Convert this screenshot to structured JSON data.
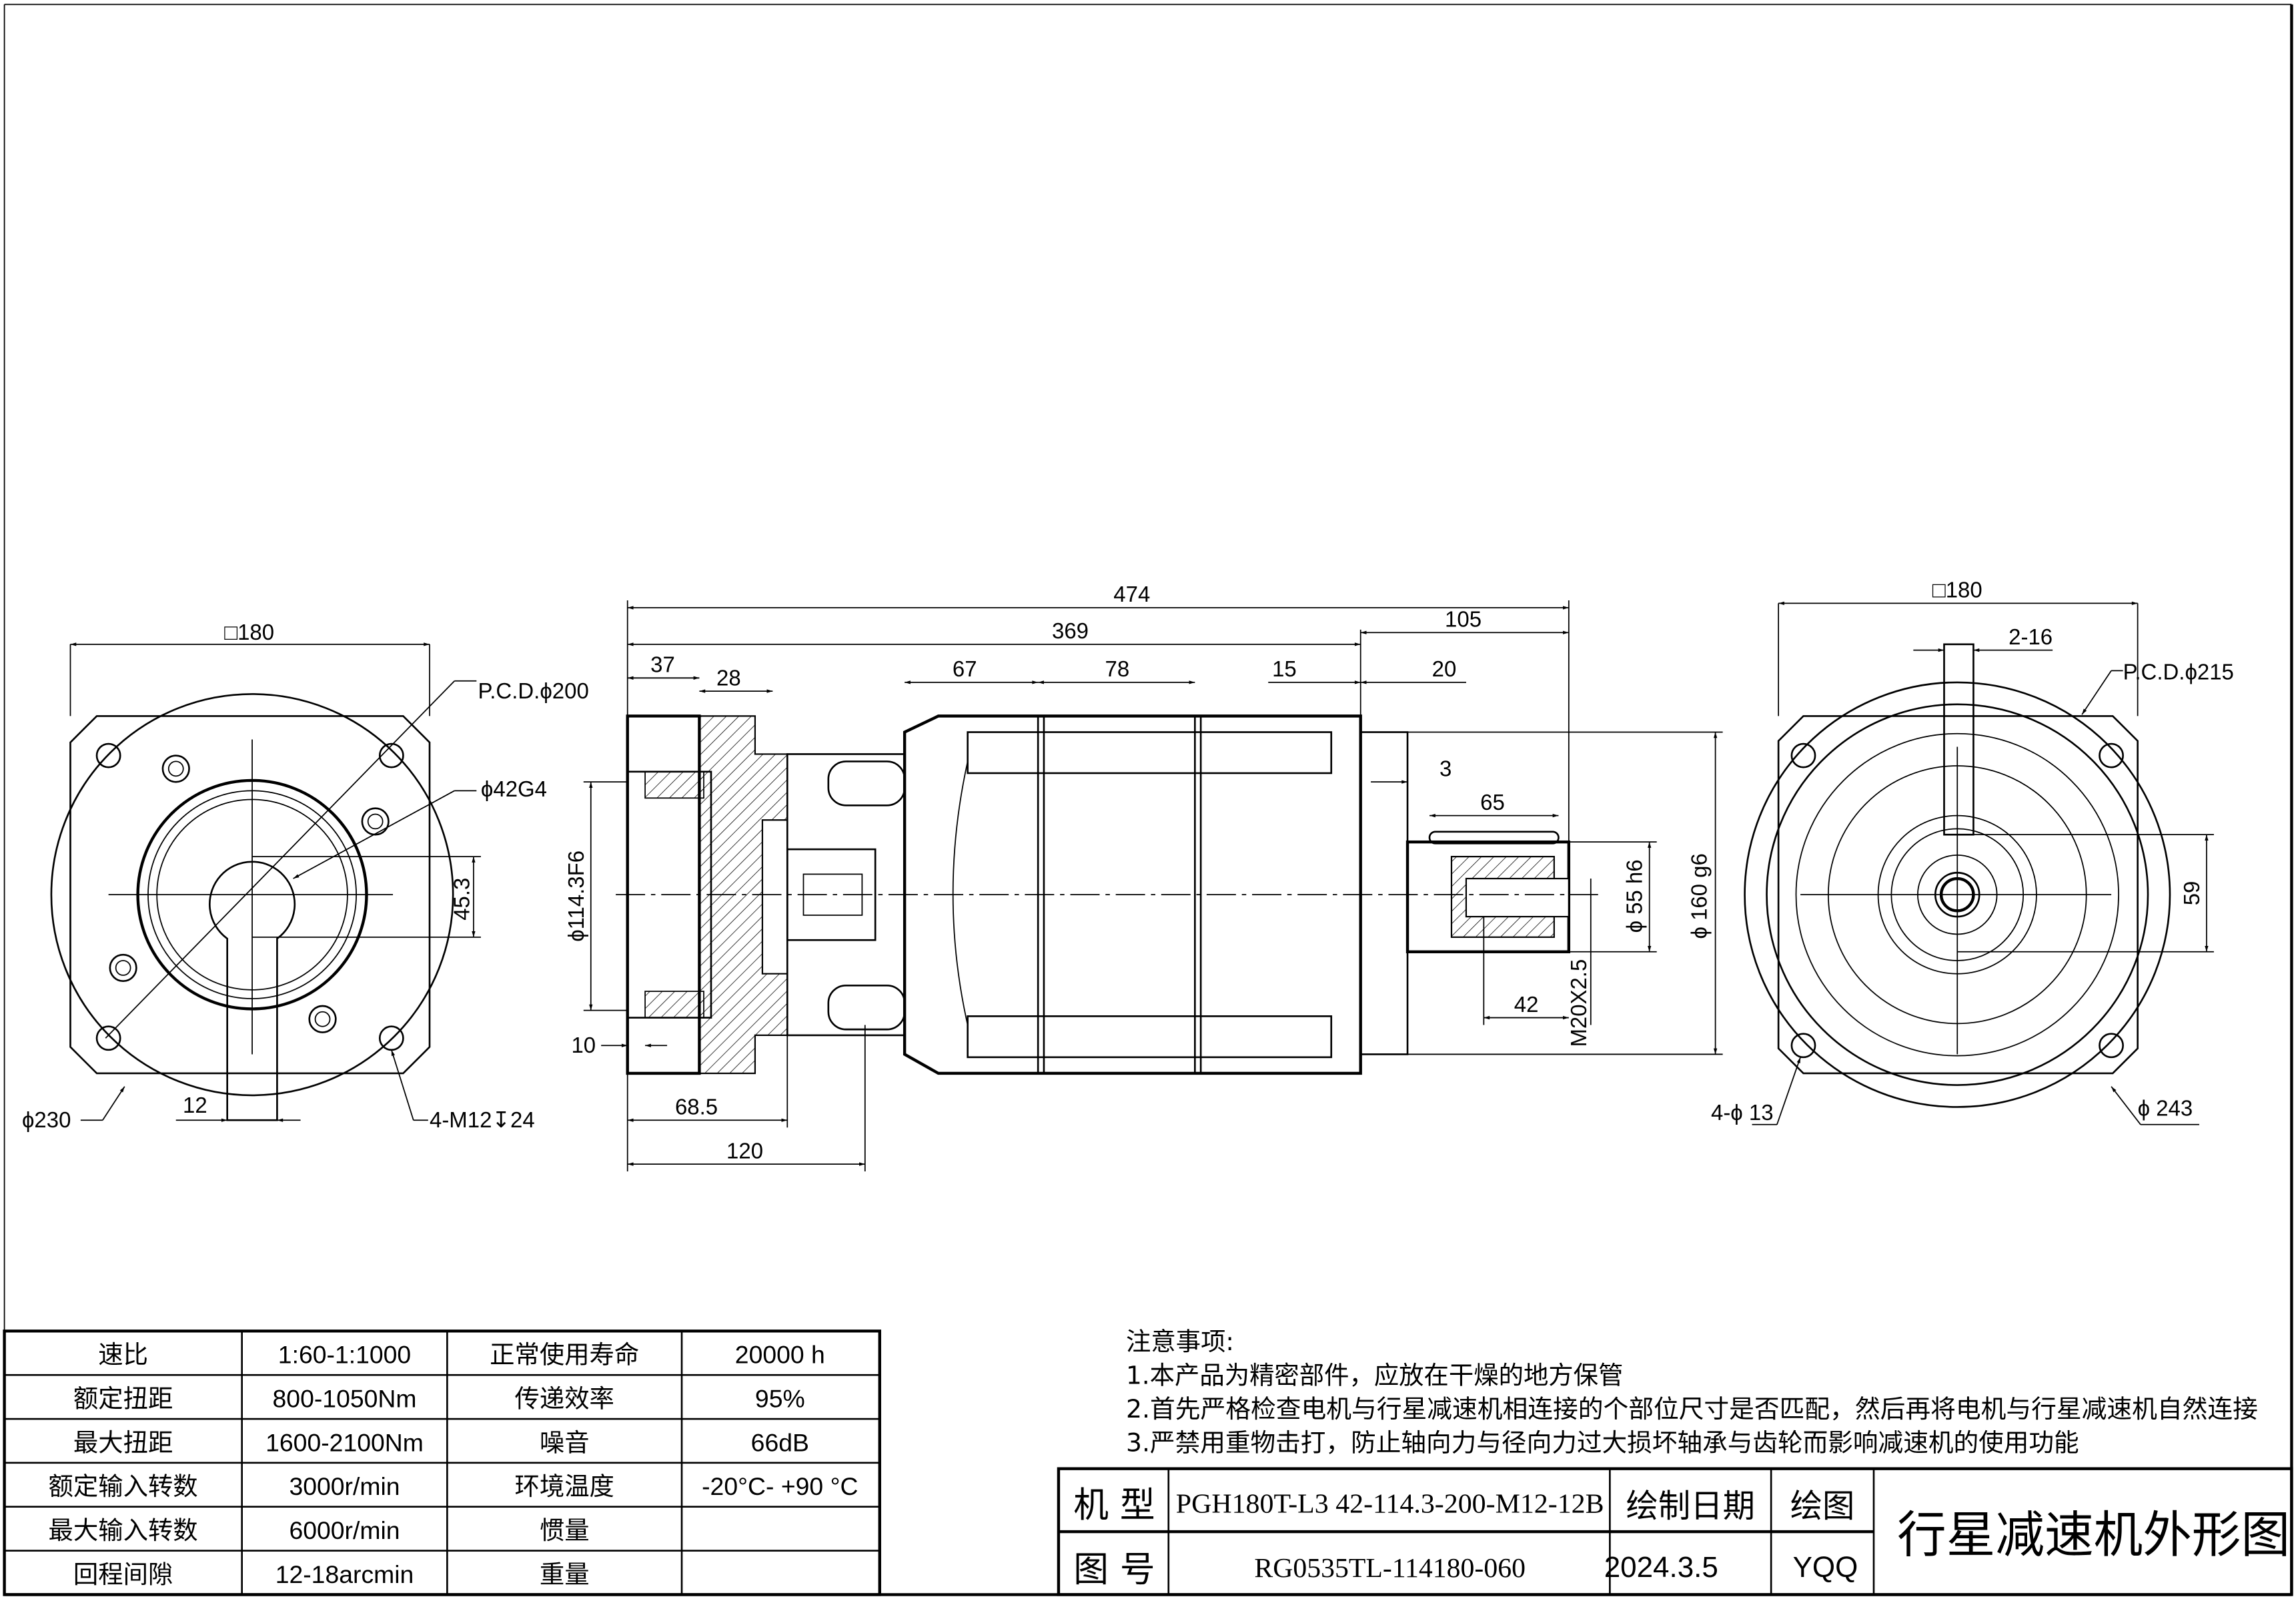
{
  "left_view": {
    "square": "□180",
    "pcd": "P.C.D.ϕ200",
    "bore": "ϕ42G4",
    "key_height": "45.3",
    "outer_dia": "ϕ230",
    "key_width": "12",
    "tapped_holes": "4-M12↧24"
  },
  "side_view": {
    "total_length": "474",
    "body_length": "369",
    "shaft_section": "105",
    "d37": "37",
    "d28": "28",
    "d67": "67",
    "d78": "78",
    "d15": "15",
    "d20": "20",
    "d3": "3",
    "key_length": "65",
    "shaft_dia": "ϕ 55 h6",
    "pilot_dia": "ϕ 160 g6",
    "thread_depth": "42",
    "center_thread": "M20X2.5",
    "input_pilot": "ϕ114.3F6",
    "d10": "10",
    "d68_5": "68.5",
    "d120": "120"
  },
  "right_view": {
    "square": "□180",
    "key": "2-16",
    "pcd": "P.C.D.ϕ215",
    "key_height": "59",
    "holes": "4-ϕ 13",
    "outer_dia": "ϕ 243"
  },
  "spec_table": {
    "rows": [
      {
        "k1": "速比",
        "v1": "1:60-1:1000",
        "k2": "正常使用寿命",
        "v2": "20000 h"
      },
      {
        "k1": "额定扭距",
        "v1": "800-1050Nm",
        "k2": "传递效率",
        "v2": "95%"
      },
      {
        "k1": "最大扭距",
        "v1": "1600-2100Nm",
        "k2": "噪音",
        "v2": "66dB"
      },
      {
        "k1": "额定输入转数",
        "v1": "3000r/min",
        "k2": "环境温度",
        "v2": "-20°C- +90 °C"
      },
      {
        "k1": "最大输入转数",
        "v1": "6000r/min",
        "k2": "惯量",
        "v2": ""
      },
      {
        "k1": "回程间隙",
        "v1": "12-18arcmin",
        "k2": "重量",
        "v2": ""
      }
    ]
  },
  "notes": {
    "title": "注意事项:",
    "items": [
      "1.本产品为精密部件，应放在干燥的地方保管",
      "2.首先严格检查电机与行星减速机相连接的个部位尺寸是否匹配，然后再将电机与行星减速机自然连接",
      "3.严禁用重物击打，防止轴向力与径向力过大损坏轴承与齿轮而影响减速机的使用功能"
    ]
  },
  "title_block": {
    "model_label": "机 型",
    "model": "PGH180T-L3 42-114.3-200-M12-12B",
    "date_label": "绘制日期",
    "drawer_label": "绘图",
    "drawing_no_label": "图 号",
    "drawing_no": "RG0535TL-114180-060",
    "date": "2024.3.5",
    "drawer": "YQQ",
    "title": "行星减速机外形图"
  }
}
